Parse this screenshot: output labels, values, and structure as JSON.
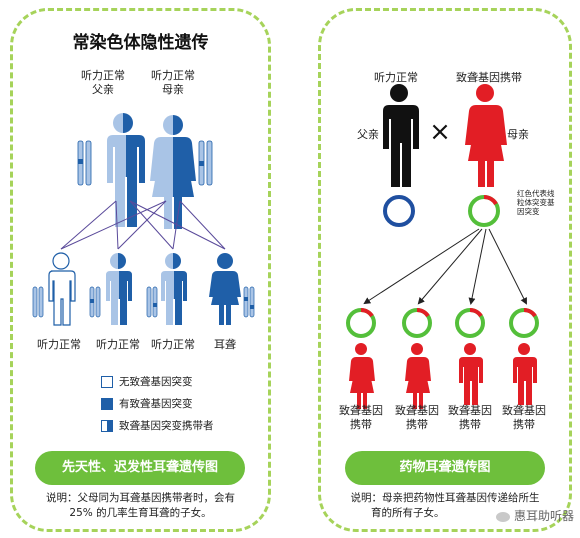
{
  "left": {
    "title": "常染色体隐性遗传",
    "parents": [
      {
        "line1": "听力正常",
        "line2": "父亲"
      },
      {
        "line1": "听力正常",
        "line2": "母亲"
      }
    ],
    "children": [
      "听力正常",
      "听力正常",
      "听力正常",
      "耳聋"
    ],
    "legend": [
      "无致聋基因突变",
      "有致聋基因突变",
      "致聋基因突变携带者"
    ],
    "button": "先天性、迟发性耳聋遗传图",
    "note_line1": "说明：父母同为耳聋基因携带者时，会有",
    "note_line2": "25% 的几率生育耳聋的子女。"
  },
  "right": {
    "father_top": "听力正常",
    "mother_top": "致聋基因携带",
    "father_label": "父亲",
    "mother_label": "母亲",
    "cross": "×",
    "annotation": [
      "红色代表线",
      "粒体突变基",
      "因突变"
    ],
    "children": [
      {
        "line1": "致聋基因",
        "line2": "携带"
      },
      {
        "line1": "致聋基因",
        "line2": "携带"
      },
      {
        "line1": "致聋基因",
        "line2": "携带"
      },
      {
        "line1": "致聋基因",
        "line2": "携带"
      }
    ],
    "button": "药物耳聋遗传图",
    "note_line1": "说明：母亲把药物性耳聋基因传递给所生",
    "note_line2": "育的所有子女。"
  },
  "watermark": "惠耳助听器",
  "colors": {
    "border_green": "#a6d35a",
    "button_green": "#6ebf3c",
    "blue": "#1f5fa8",
    "light_blue": "#a9c4e6",
    "red": "#e21e25",
    "black": "#111111",
    "ring_green": "#54bf3a",
    "ring_blue": "#1f4fa0"
  }
}
